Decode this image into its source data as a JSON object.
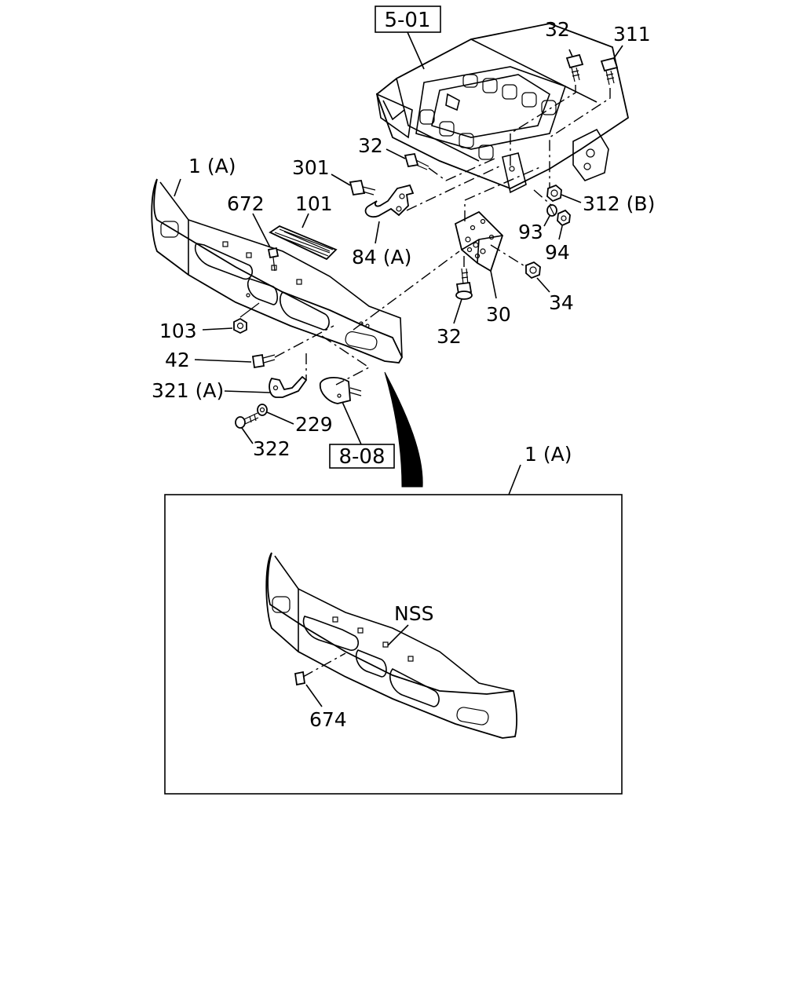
{
  "callouts": {
    "c_32_top": "32",
    "c_311": "311",
    "c_32_mid": "32",
    "c_301": "301",
    "c_1a": "1 (A)",
    "c_672": "672",
    "c_101": "101",
    "c_84a": "84 (A)",
    "c_312b": "312 (B)",
    "c_93": "93",
    "c_94": "94",
    "c_34": "34",
    "c_30": "30",
    "c_32_low": "32",
    "c_103": "103",
    "c_42": "42",
    "c_321a": "321 (A)",
    "c_229": "229",
    "c_322": "322",
    "c_1a_inset": "1 (A)",
    "c_nss": "NSS",
    "c_674": "674"
  },
  "references": {
    "ref_501": "5-01",
    "ref_808": "8-08"
  }
}
